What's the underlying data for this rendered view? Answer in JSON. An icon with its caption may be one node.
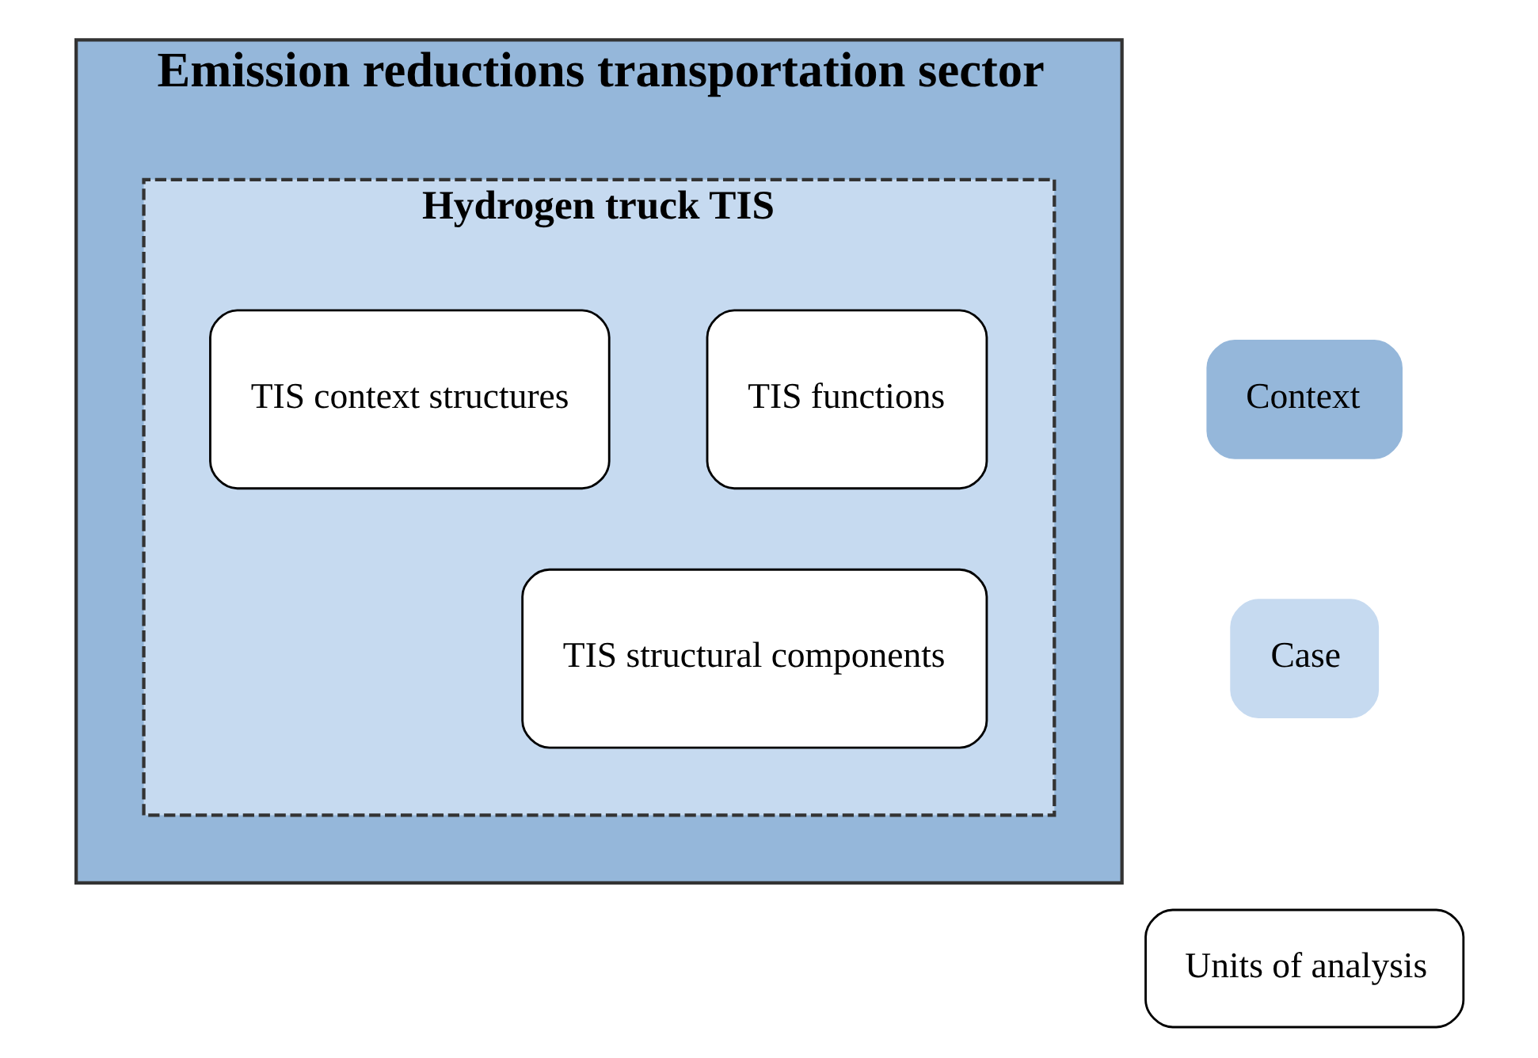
{
  "diagram": {
    "nodes": [
      {
        "text": [
          "Emission reductions transportation sector"
        ]
      },
      {
        "text": [
          "Hydrogen truck TIS"
        ],
        "in": 0
      },
      {
        "text": [
          "TIS functions"
        ],
        "in": 1
      },
      {
        "text": [
          "TIS context structures"
        ],
        "in": 1
      },
      {
        "text": [
          "TIS structural components"
        ],
        "in": 1
      }
    ],
    "edges": [],
    "legend": [
      {
        "text": "Context",
        "color": "#95b7da"
      },
      {
        "text": "Case",
        "color": "#c6daf0"
      },
      {
        "text": "Units of analysis",
        "color": "#ffffff"
      }
    ]
  }
}
